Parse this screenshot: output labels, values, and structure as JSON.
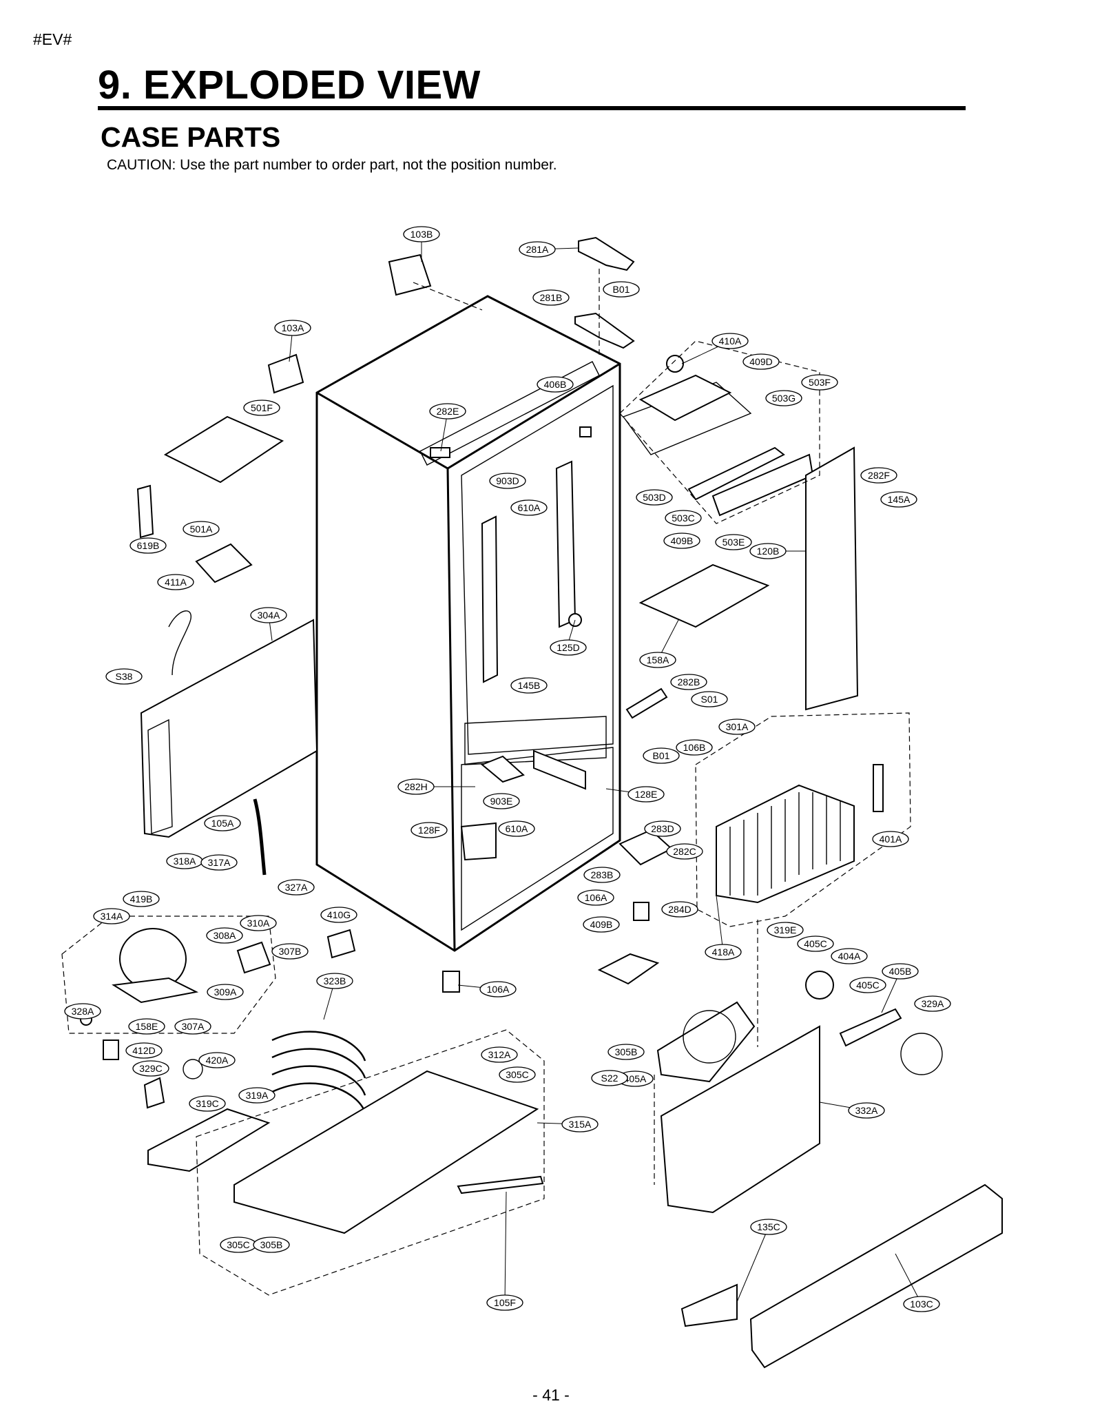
{
  "header": {
    "tag": "#EV#",
    "title": "9. EXPLODED VIEW",
    "subtitle": "CASE PARTS",
    "caution": "CAUTION: Use the part number to order part, not the position number."
  },
  "footer": {
    "page": "- 41 -"
  },
  "part_labels": [
    "103B",
    "281A",
    "B01",
    "281B",
    "103A",
    "410A",
    "409D",
    "503F",
    "406B",
    "503G",
    "501F",
    "282E",
    "903D",
    "282F",
    "610A",
    "503D",
    "145A",
    "503C",
    "619B",
    "501A",
    "409B",
    "503E",
    "120B",
    "411A",
    "304A",
    "125D",
    "158A",
    "S38",
    "145B",
    "282B",
    "S01",
    "301A",
    "106B",
    "B01",
    "282H",
    "128E",
    "903E",
    "105A",
    "128F",
    "610A",
    "283D",
    "401A",
    "282C",
    "318A",
    "317A",
    "283B",
    "327A",
    "106A",
    "419B",
    "284D",
    "314A",
    "310A",
    "410G",
    "409B",
    "319E",
    "308A",
    "307B",
    "405C",
    "418A",
    "404A",
    "405B",
    "323B",
    "106A",
    "309A",
    "405C",
    "329A",
    "328A",
    "158E",
    "307A",
    "412D",
    "312A",
    "305B",
    "405A",
    "329C",
    "420A",
    "305C",
    "S22",
    "319A",
    "319C",
    "315A",
    "332A",
    "105F",
    "135C",
    "305C",
    "305B",
    "103C"
  ]
}
